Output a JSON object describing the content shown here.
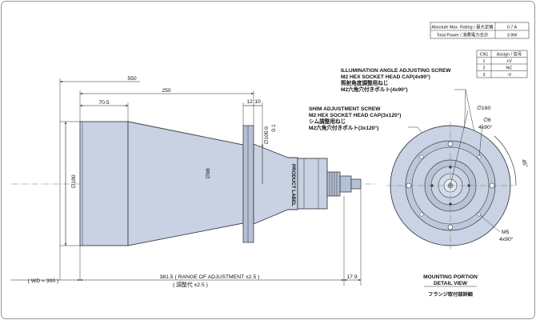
{
  "spec_table": [
    {
      "label": "Absolute Max. Rating / 最大定格",
      "value": "0.7 A"
    },
    {
      "label": "Total Power / 消費電力合計",
      "value": "3.9W"
    }
  ],
  "pin_table": {
    "headers": [
      "CN1",
      "Assign / 信号"
    ],
    "rows": [
      {
        "pin": "1",
        "assign": "+V"
      },
      {
        "pin": "2",
        "assign": "NC"
      },
      {
        "pin": "3",
        "assign": "-V"
      }
    ]
  },
  "dimensions": {
    "overall": "550",
    "body_length": "250",
    "front_section": "70.5",
    "flange_a": "12",
    "flange_b": "10",
    "flange_offset": "0",
    "flange_step": "0.1",
    "dia_front": "∅180",
    "dia_body": "∅98",
    "dia_flange": "∅105",
    "range": "381.5 ( RANGE OF ADJUSTMENT ±2.5 )",
    "range_jp": "( 調整代 ±2.5 )",
    "rear": "17.9",
    "wd": "( WD = 300 )"
  },
  "product_label": "PRODUCT LABEL",
  "annotations": {
    "illum_line1": "ILLUMINATION ANGLE ADJUSTING SCREW",
    "illum_line2": "M2 HEX SOCKET HEAD CAP(4x90°)",
    "illum_line3": "照射角度調整用ねじ",
    "illum_line4": "M2六角穴付きボルト(4x90°)",
    "shim_line1": "SHIM ADJUSTMENT SCREW",
    "shim_line2": "M2 HEX SOCKET HEAD CAP(3x120°)",
    "shim_line3": "シム調整用ねじ",
    "shim_line4": "M2六角穴付きボルト(3x120°)"
  },
  "detail": {
    "dia": "∅160",
    "hole_top": "∅6",
    "hole_top_count": "4x90°",
    "angle": "45°",
    "tap": "M5",
    "tap_count": "4x90°",
    "title_line1": "MOUNTING PORTION",
    "title_line2": "DETAIL VIEW",
    "title_jp": "フランジ取付部詳細"
  }
}
